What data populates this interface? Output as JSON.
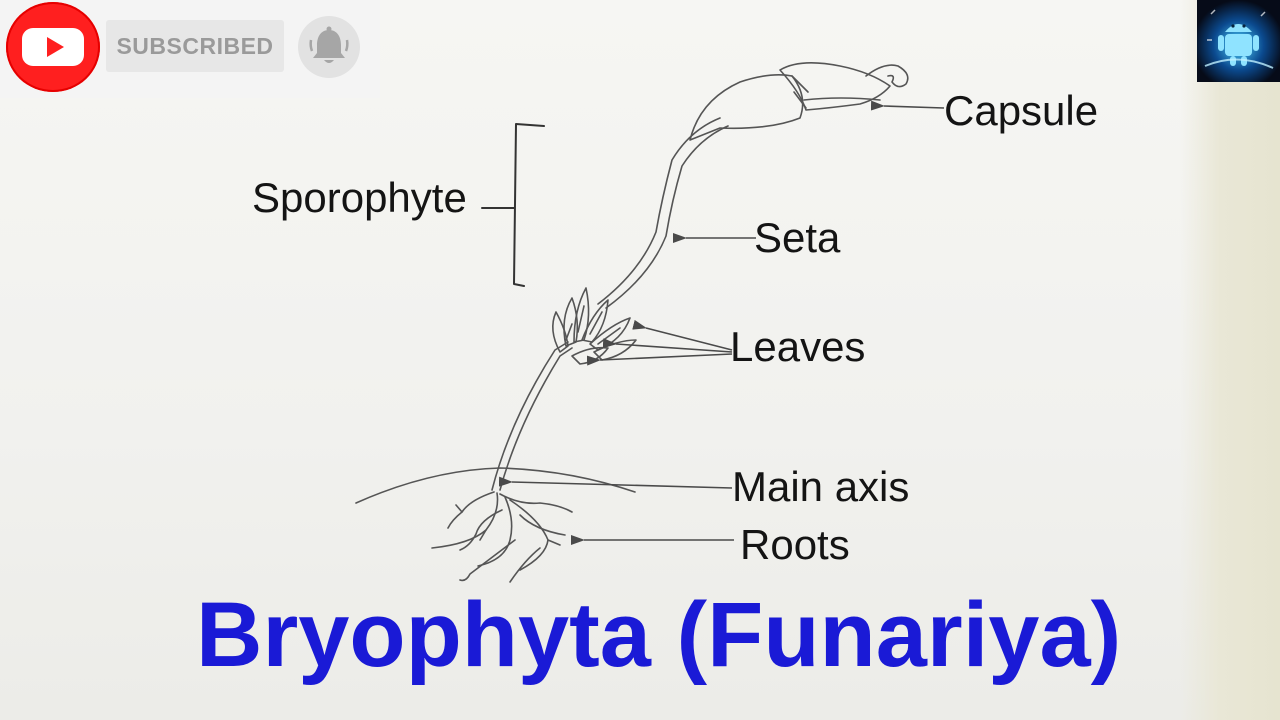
{
  "overlay": {
    "subscribe_label": "SUBSCRIBED",
    "youtube_icon": "youtube-play-icon",
    "bell_icon": "bell-icon",
    "channel_badge": "android-robot-logo"
  },
  "diagram": {
    "labels": {
      "capsule": "Capsule",
      "sporophyte": "Sporophyte",
      "seta": "Seta",
      "leaves": "Leaves",
      "main_axis": "Main axis",
      "roots": "Roots"
    },
    "line_color": "#555555"
  },
  "title": "Bryophyta (Funariya)",
  "colors": {
    "title": "#1a1ad6",
    "youtube_red": "#ff1f1f",
    "label_text": "#141414"
  }
}
